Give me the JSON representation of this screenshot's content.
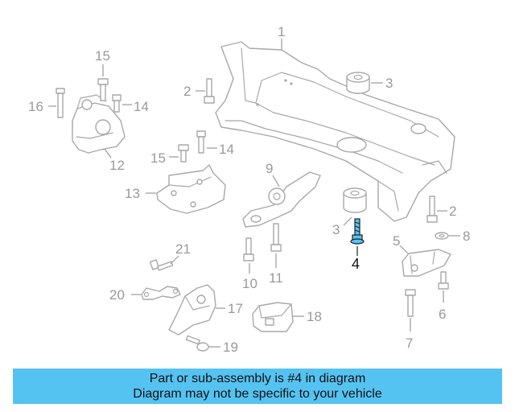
{
  "diagram": {
    "callouts": {
      "c1": "1",
      "c2a": "2",
      "c2b": "2",
      "c3a": "3",
      "c3b": "3",
      "c4": "4",
      "c5": "5",
      "c6": "6",
      "c7": "7",
      "c8": "8",
      "c9": "9",
      "c10": "10",
      "c11": "11",
      "c12": "12",
      "c13": "13",
      "c14a": "14",
      "c14b": "14",
      "c15a": "15",
      "c15b": "15",
      "c16": "16",
      "c17": "17",
      "c18": "18",
      "c19": "19",
      "c20": "20",
      "c21": "21"
    },
    "highlight_color": "#55c3f1",
    "line_color": "#a8a8a8"
  },
  "banner": {
    "line1": "Part or sub-assembly is #4 in diagram",
    "line2": "Diagram may not be specific to your vehicle",
    "background": "#55c3f1"
  }
}
